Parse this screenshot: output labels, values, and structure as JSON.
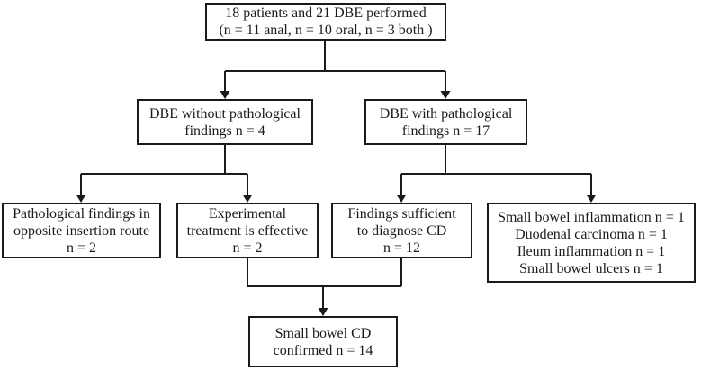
{
  "figure": {
    "type": "flowchart",
    "background_color": "#ffffff",
    "line_color": "#1a1a1a",
    "text_color": "#1a1a1a"
  },
  "nodes": {
    "root": {
      "text": "18 patients and 21 DBE performed\n(n = 11 anal, n = 10 oral, n = 3 both )"
    },
    "no_findings": {
      "text": "DBE without pathological\nfindings n = 4"
    },
    "with_findings": {
      "text": "DBE with pathological\nfindings n = 17"
    },
    "opposite_route": {
      "text": "Pathological findings in\nopposite insertion route\nn = 2"
    },
    "experimental": {
      "text": "Experimental\ntreatment is effective\nn = 2"
    },
    "sufficient": {
      "text": "Findings sufficient\nto diagnose CD\nn = 12"
    },
    "other_findings": {
      "text": "Small bowel inflammation n = 1\nDuodenal carcinoma n = 1\nIleum inflammation n = 1\nSmall bowel ulcers n = 1"
    },
    "confirmed": {
      "text": "Small bowel CD\nconfirmed n = 14"
    }
  },
  "edges": [
    {
      "from": "root",
      "to": "no_findings"
    },
    {
      "from": "root",
      "to": "with_findings"
    },
    {
      "from": "no_findings",
      "to": "opposite_route"
    },
    {
      "from": "no_findings",
      "to": "experimental"
    },
    {
      "from": "with_findings",
      "to": "sufficient"
    },
    {
      "from": "with_findings",
      "to": "other_findings"
    },
    {
      "from": "experimental",
      "to": "confirmed"
    },
    {
      "from": "sufficient",
      "to": "confirmed"
    }
  ]
}
